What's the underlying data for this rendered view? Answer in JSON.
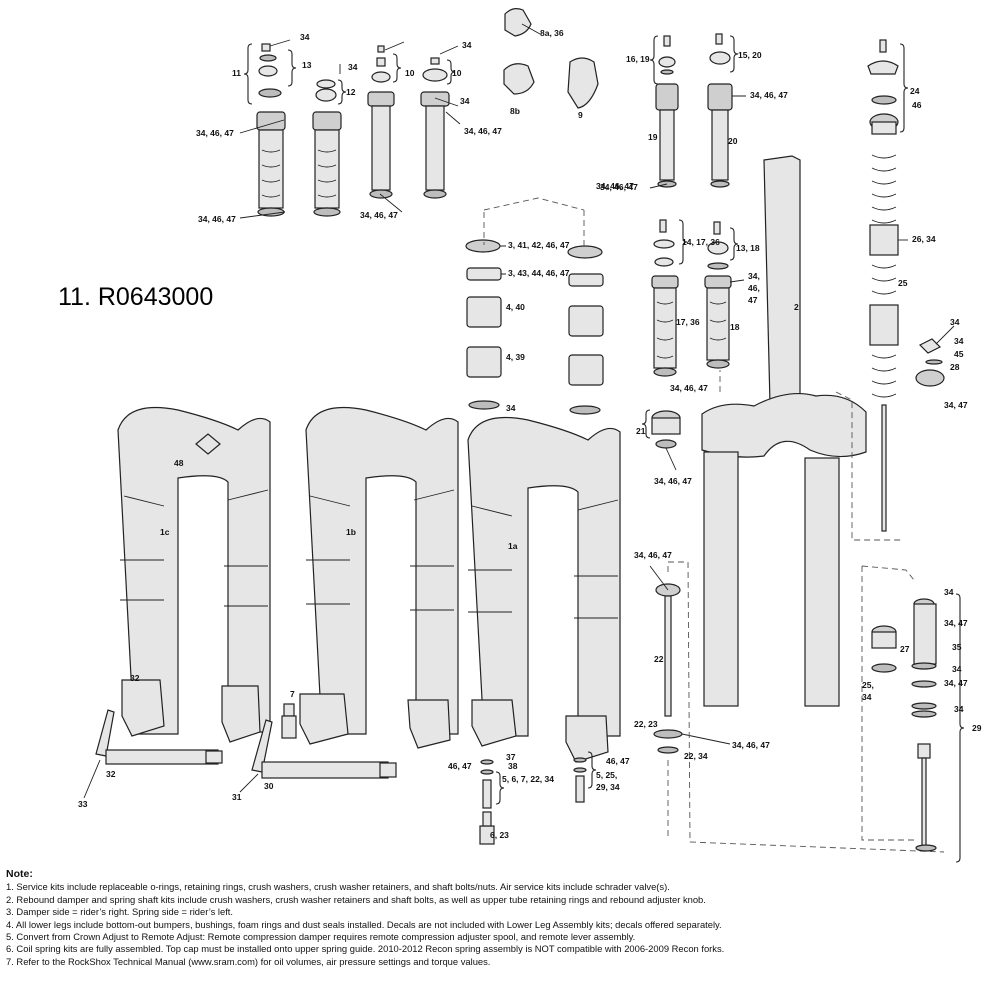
{
  "kit_number": "11. R0643000",
  "callouts": [
    "34",
    "13",
    "11",
    "12",
    "34",
    "10",
    "34",
    "10",
    "34",
    "34, 46, 47",
    "34, 46, 47",
    "34, 46, 47",
    "8a, 36",
    "8b",
    "9",
    "16, 19",
    "15, 20",
    "19",
    "20",
    "34, 46, 47",
    "34, 46, 47",
    "24",
    "46",
    "26, 34",
    "25",
    "34",
    "34",
    "45",
    "28",
    "34, 47",
    "3, 41, 42, 46, 47",
    "3, 43, 44, 46, 47",
    "4, 40",
    "4, 39",
    "34",
    "14, 17, 36",
    "13, 18",
    "34,",
    "46,",
    "47",
    "17, 36",
    "18",
    "34, 46, 47",
    "2",
    "21",
    "34, 46, 47",
    "48",
    "1c",
    "1b",
    "1a",
    "34, 46, 47",
    "22",
    "22, 23",
    "34, 46, 47",
    "22, 34",
    "34",
    "34, 47",
    "35",
    "34",
    "34, 47",
    "34",
    "29",
    "27",
    "25,",
    "34",
    "29, 34",
    "32",
    "32",
    "33",
    "7",
    "31",
    "30",
    "37",
    "38",
    "46, 47",
    "5, 6, 7, 22, 34",
    "6, 23",
    "46, 47",
    "5, 25,",
    "29, 34",
    "34, 46, 47",
    "34, 46, 47"
  ],
  "notes": {
    "title": "Note:",
    "items": [
      "1. Service kits include replaceable o-rings, retaining rings, crush washers, crush washer retainers, and shaft bolts/nuts.    Air service kits include schrader valve(s).",
      "2. Rebound damper and spring shaft kits include crush washers, crush washer retainers and shaft bolts, as well as upper tube retaining rings and rebound adjuster knob.",
      "3. Damper side = rider’s right.  Spring side = rider’s left.",
      "4. All lower legs include bottom-out bumpers, bushings, foam rings and dust seals installed. Decals are not included with Lower Leg Assembly kits; decals offered separately.",
      "5. Convert from Crown Adjust to Remote Adjust:  Remote compression damper requires remote compression adjuster spool, and remote lever assembly.",
      "6. Coil spring kits are fully assembled.  Top cap must be installed onto upper spring guide.  2010-2012 Recon spring assembly is NOT compatible with 2006-2009 Recon forks.",
      "7. Refer to the RockShox Technical Manual (www.sram.com) for oil volumes, air pressure settings and torque values."
    ]
  }
}
